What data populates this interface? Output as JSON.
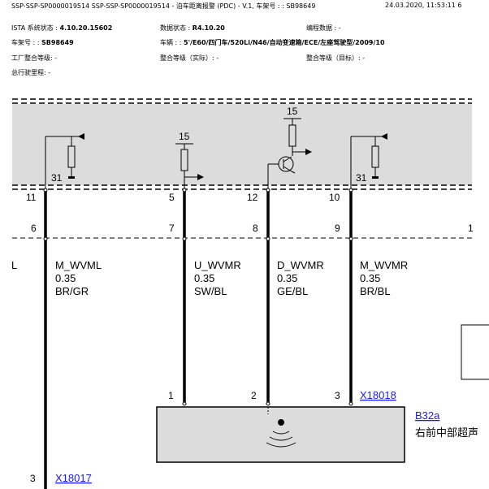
{
  "header": {
    "title_left": "SSP-SSP-SP0000019514 SSP-SSP-SP0000019514 - 泊车距离报警 (PDC) - V.1, 车架号 : : SB98649",
    "timestamp": "24.03.2020, 11:53:11  6",
    "ista_label": "ISTA 系统状态 :",
    "ista_value": "4.10.20.15602",
    "data_label": "数据状态 :",
    "data_value": "R4.10.20",
    "prog_label": "编程数据 : -",
    "vin_label": "车架号 : :",
    "vin_value": "SB98649",
    "vehicle_label": "车辆 : :",
    "vehicle_value": "5'/E60/四门车/520Li/N46/自动变速箱/ECE/左座驾驶型/2009/10",
    "factory_label": "工厂整合等级: -",
    "integ_actual_label": "整合等级（实际）: -",
    "integ_target_label": "整合等级（目标）: -",
    "mileage_label": "总行驶里程: -"
  },
  "diagram": {
    "sensor_supply_label": "15",
    "transistor_supply_label": "15",
    "ground_labels": [
      "31",
      "31"
    ],
    "top_pins": [
      "11",
      "5",
      "12",
      "10"
    ],
    "mid_pins": [
      "6",
      "7",
      "8",
      "9",
      "1"
    ],
    "left_wire_fragment": "L",
    "wires": [
      {
        "name": "M_WVML",
        "size": "0.35",
        "color": "BR/GR"
      },
      {
        "name": "U_WVMR",
        "size": "0.35",
        "color": "SW/BL"
      },
      {
        "name": "D_WVMR",
        "size": "0.35",
        "color": "GE/BL"
      },
      {
        "name": "M_WVMR",
        "size": "0.35",
        "color": "BR/BL"
      }
    ],
    "connector_pins": [
      "1",
      "2",
      "3"
    ],
    "connector_ref": "X18018",
    "component_ref": "B32a",
    "component_name": "右前中部超声",
    "bottom_pin": "3",
    "bottom_connector_ref": "X18017"
  },
  "colors": {
    "link": "#1a1aff",
    "shade": "#dcdcdc",
    "wire": "#000000"
  }
}
